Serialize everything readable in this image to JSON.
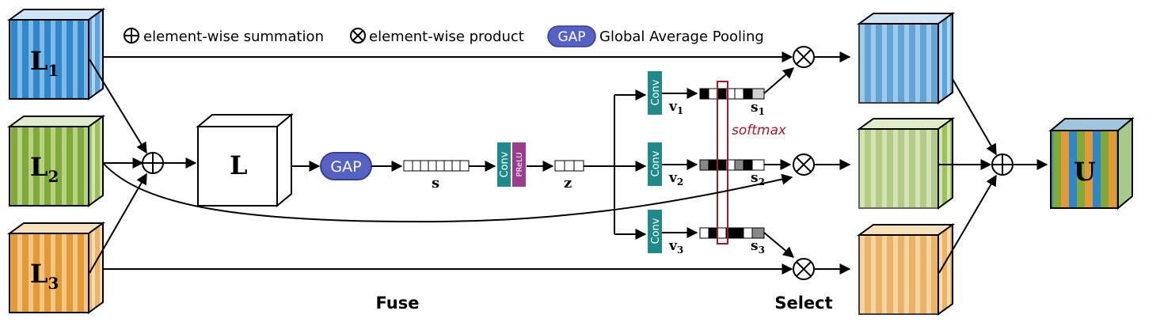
{
  "legend": {
    "sum_text": "element-wise summation",
    "product_text": "element-wise product",
    "gap_badge": "GAP",
    "gap_text": "Global Average Pooling"
  },
  "inputs": {
    "l1": {
      "main": "L",
      "sub": "1",
      "color": "#2f86c8"
    },
    "l2": {
      "main": "L",
      "sub": "2",
      "color": "#7fa93a"
    },
    "l3": {
      "main": "L",
      "sub": "3",
      "color": "#e39a35"
    }
  },
  "fused": {
    "label": "L"
  },
  "gap_label": "GAP",
  "s_label": "s",
  "z_label": "z",
  "conv_label": "Conv",
  "prelu_label": "PReLU",
  "branches": [
    {
      "v_main": "v",
      "v_sub": "1",
      "s_main": "s",
      "s_sub": "1"
    },
    {
      "v_main": "v",
      "v_sub": "2",
      "s_main": "s",
      "s_sub": "2"
    },
    {
      "v_main": "v",
      "v_sub": "3",
      "s_main": "s",
      "s_sub": "3"
    }
  ],
  "softmax_label": "softmax",
  "output": {
    "label": "U"
  },
  "section_fuse": "Fuse",
  "section_select": "Select",
  "colors": {
    "blue": "#2f86c8",
    "green": "#7fa93a",
    "orange": "#e39a35",
    "gap": "#5561c4",
    "conv": "#1f8a8a",
    "prelu": "#9b3d8f",
    "softmax": "#a11b2a"
  },
  "icons": [
    "plus-circle-icon",
    "times-circle-icon"
  ]
}
